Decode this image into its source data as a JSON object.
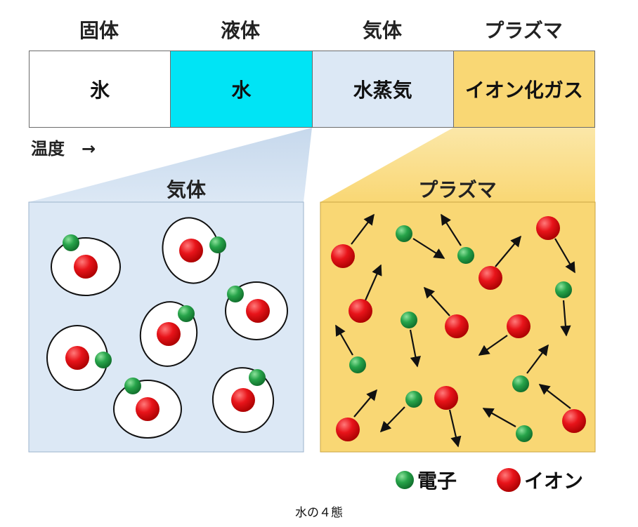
{
  "headers": [
    "固体",
    "液体",
    "気体",
    "プラズマ"
  ],
  "states": [
    {
      "label": "氷",
      "color": "#ffffff"
    },
    {
      "label": "水",
      "color": "#00e4f5"
    },
    {
      "label": "水蒸気",
      "color": "#dce8f5"
    },
    {
      "label": "イオン化ガス",
      "color": "#f9d774"
    }
  ],
  "temperature_label": "温度　→",
  "gas_panel": {
    "title": "気体",
    "background": "#dce8f5"
  },
  "plasma_panel": {
    "title": "プラズマ",
    "background": "#f9d774"
  },
  "legend": {
    "electron": "電子",
    "ion": "イオン"
  },
  "colors": {
    "electron": "#27a44a",
    "ion": "#e8141a"
  },
  "caption": "水の４態"
}
